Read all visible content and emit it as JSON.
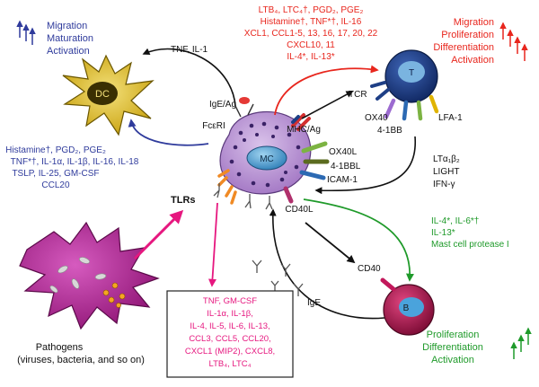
{
  "colors": {
    "blue": "#2f3b9c",
    "red": "#e8261d",
    "green": "#1f9a2a",
    "magenta": "#e6177f",
    "black": "#111111",
    "mast_cell": "#b78fd0",
    "dc": "#e0c23a",
    "t_cell": "#1e3f86",
    "b_cell": "#a8124d",
    "pathogen": "#b31d8e"
  },
  "dc": {
    "label": "DC",
    "effects": [
      "Migration",
      "Maturation",
      "Activation"
    ],
    "signals_in": "TNF, IL-1",
    "mediators_out": [
      "Histamine†, PGD₂, PGE₂",
      "TNF*†, IL-1α, IL-1β, IL-16, IL-18",
      "TSLP, IL-25, GM-CSF",
      "CCL20"
    ]
  },
  "mast_cell": {
    "label": "MC",
    "receptors": {
      "ige_ag": "IgE/Ag",
      "fceri": "FcεRI",
      "mhc_ag": "MHC/Ag",
      "ox40l": "OX40L",
      "bbl": "4-1BBL",
      "icam": "ICAM-1",
      "cd40l": "CD40L",
      "tlrs": "TLRs"
    }
  },
  "t_cell": {
    "label": "T",
    "receptors": {
      "tcr": "TCR",
      "ox40": "OX40",
      "bb": "4-1BB",
      "lfa": "LFA-1"
    },
    "effects": [
      "Migration",
      "Proliferation",
      "Differentiation",
      "Activation"
    ],
    "mediators_in": [
      "LTB₄, LTC₄†, PGD₂, PGE₂",
      "Histamine†, TNF*†, IL-16",
      "XCL1, CCL1-5, 13, 16, 17, 20, 22",
      "CXCL10, 11",
      "IL-4*, IL-13*"
    ],
    "signals_out": [
      "LTα₁β₂",
      "LIGHT",
      "IFN-γ"
    ]
  },
  "b_cell": {
    "label": "B",
    "receptor": "CD40",
    "ige": "IgE",
    "mediators_in": [
      "IL-4*, IL-6*†",
      "IL-13*",
      "Mast cell protease I"
    ],
    "effects": [
      "Proliferation",
      "Differentiation",
      "Activation"
    ]
  },
  "pathogens": {
    "title": "Pathogens",
    "subtitle": "(viruses, bacteria, and so on)"
  },
  "box_mediators": [
    "TNF, GM-CSF",
    "IL-1α, IL-1β,",
    "IL-4, IL-5, IL-6, IL-13,",
    "CCL3, CCL5, CCL20,",
    "CXCL1 (MIP2), CXCL8,",
    "LTB₄, LTC₄"
  ]
}
